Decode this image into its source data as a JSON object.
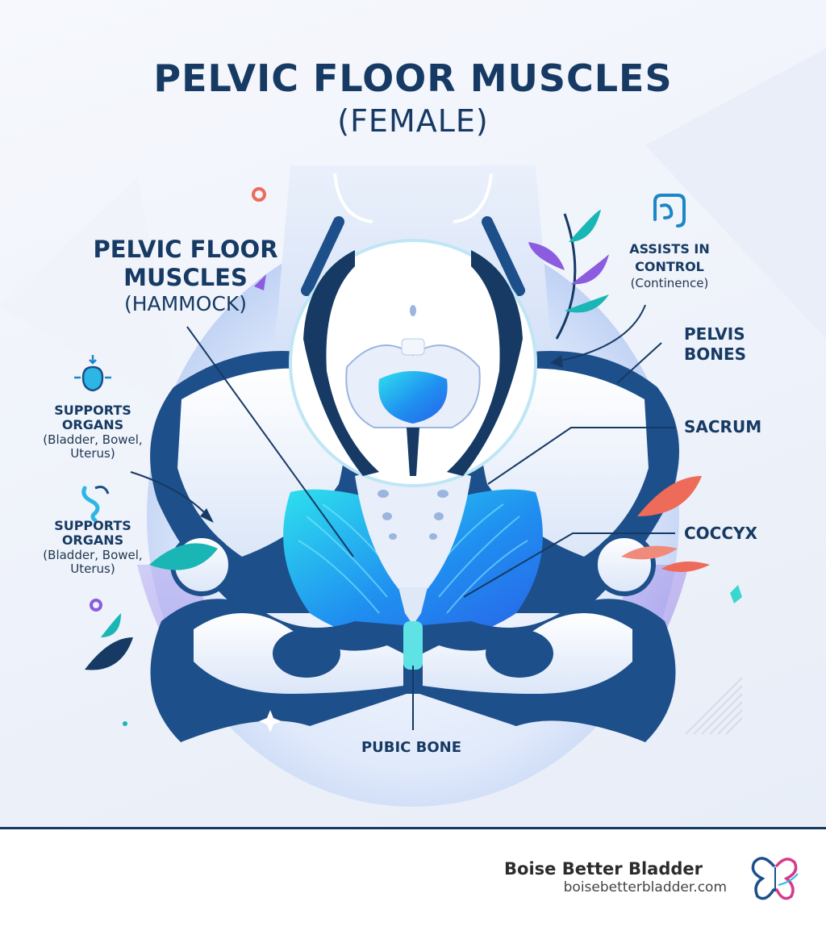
{
  "title": "PELVIC FLOOR MUSCLES",
  "subtitle": "(FEMALE)",
  "labels": {
    "hammock": {
      "line1": "PELVIC FLOOR",
      "line2": "MUSCLES",
      "line3": "(HAMMOCK)"
    },
    "supports_organs_1": {
      "line1": "SUPPORTS",
      "line2": "ORGANS",
      "detail1": "(Bladder, Bowel,",
      "detail2": "Uterus)"
    },
    "supports_organs_2": {
      "line1": "SUPPORTS",
      "line2": "ORGANS",
      "detail1": "(Bladder, Bowel,",
      "detail2": "Uterus)"
    },
    "assists_control": {
      "line1": "ASSISTS IN",
      "line2": "CONTROL",
      "detail": "(Continence)"
    },
    "pelvis_bones": {
      "line1": "PELVIS",
      "line2": "BONES"
    },
    "sacrum": "SACRUM",
    "coccyx": "COCCYX",
    "pubic_bone": "PUBIC BONE"
  },
  "footer": {
    "brand_name": "Boise Better Bladder",
    "brand_url": "boisebetterbladder.com"
  },
  "icons": [
    "bladder-icon",
    "bowel-organ-icon",
    "intestine-icon",
    "butterfly-logo-icon"
  ],
  "colors": {
    "navy": "#163a63",
    "bone": "#eaf1fb",
    "muscle": "#1f8ff0",
    "muscle_light": "#27d3ee",
    "teal": "#19b6b5",
    "purple": "#8b5be0",
    "coral": "#ee6b5a"
  }
}
